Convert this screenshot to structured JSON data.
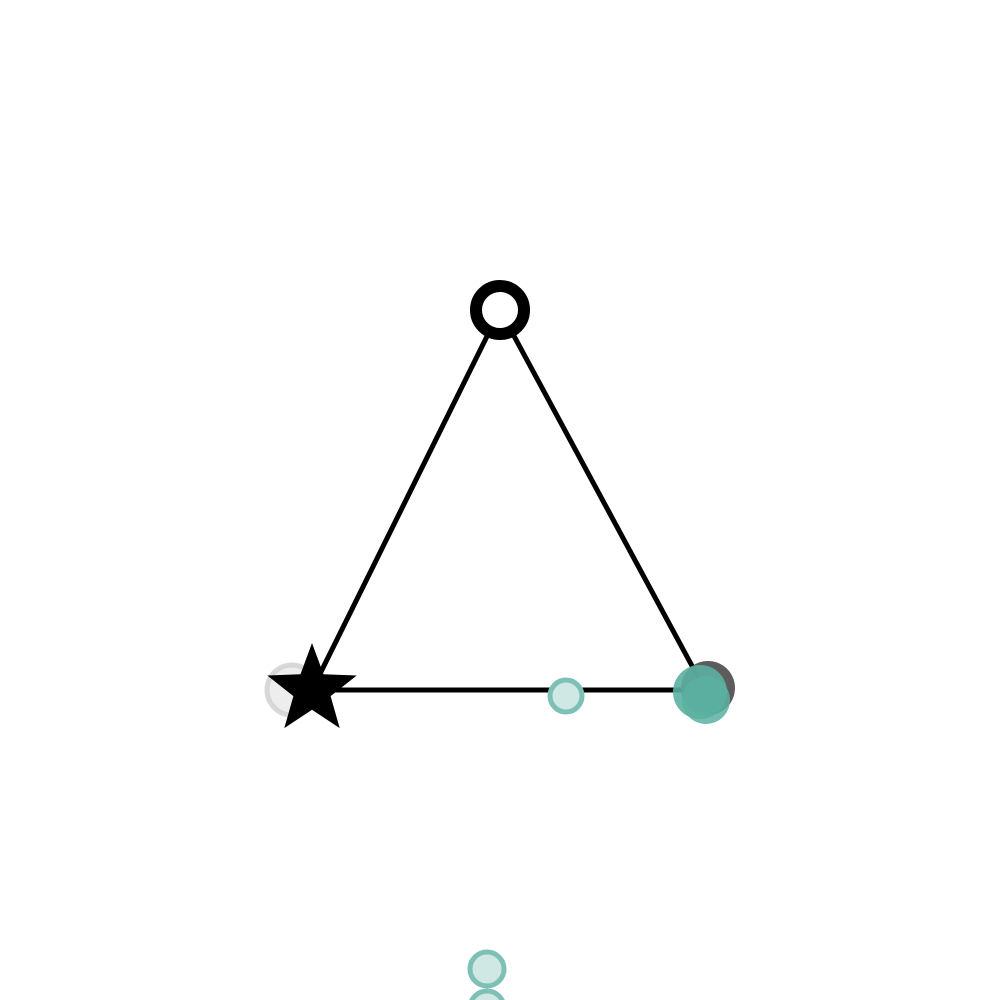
{
  "diagram": {
    "shape": "triangle",
    "vertices": [
      {
        "name": "top-vertex",
        "marker": "ring"
      },
      {
        "name": "bottom-left-vertex",
        "marker": "star"
      },
      {
        "name": "bottom-right-vertex",
        "marker": "filled-circle"
      }
    ]
  },
  "colors": {
    "line": "#000000",
    "teal": "#5bb0a1",
    "teal_light": "#cfe8e3",
    "dark_gray": "#4a4a4a",
    "light_gray": "#d9d9d9",
    "background": "#ffffff"
  }
}
